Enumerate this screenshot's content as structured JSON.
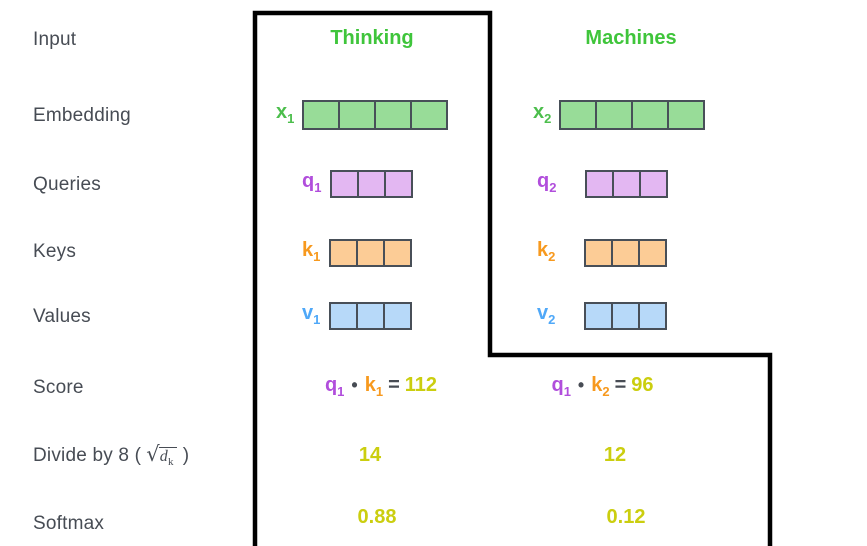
{
  "title": "Self-attention score calculation diagram",
  "row_labels": {
    "input": "Input",
    "embedding": "Embedding",
    "queries": "Queries",
    "keys": "Keys",
    "values": "Values",
    "score": "Score",
    "divide_prefix": "Divide by 8 (",
    "divide_radical": "√",
    "divide_radicand": "d",
    "divide_radicand_sub": "k",
    "divide_suffix": ")",
    "softmax": "Softmax"
  },
  "columns": [
    {
      "header": "Thinking",
      "embedding": {
        "label": "x",
        "sub": "1",
        "cells": 4
      },
      "queries": {
        "label": "q",
        "sub": "1",
        "cells": 3
      },
      "keys": {
        "label": "k",
        "sub": "1",
        "cells": 3
      },
      "values": {
        "label": "v",
        "sub": "1",
        "cells": 3
      },
      "score": {
        "q": "q",
        "q_sub": "1",
        "dot": "•",
        "k": "k",
        "k_sub": "1",
        "eq": "=",
        "value": "112"
      },
      "divide_value": "14",
      "softmax_value": "0.88"
    },
    {
      "header": "Machines",
      "embedding": {
        "label": "x",
        "sub": "2",
        "cells": 4
      },
      "queries": {
        "label": "q",
        "sub": "2",
        "cells": 3
      },
      "keys": {
        "label": "k",
        "sub": "2",
        "cells": 3
      },
      "values": {
        "label": "v",
        "sub": "2",
        "cells": 3
      },
      "score": {
        "q": "q",
        "q_sub": "1",
        "dot": "•",
        "k": "k",
        "k_sub": "2",
        "eq": "=",
        "value": "96"
      },
      "divide_value": "12",
      "softmax_value": "0.12"
    }
  ],
  "colors": {
    "header-green": "#3FC53B",
    "x-green": "#4CBE4C",
    "x-fill": "#98DC98",
    "q-purple": "#B14EDC",
    "q-fill": "#E3B7F2",
    "k-orange": "#F7991E",
    "k-fill": "#FCCC96",
    "v-blue": "#4FA8F8",
    "v-fill": "#B7D9F9",
    "score-yellow": "#CBCE0F",
    "label-gray": "#474C54",
    "cell-border": "#484F58",
    "outline-black": "#000000"
  }
}
